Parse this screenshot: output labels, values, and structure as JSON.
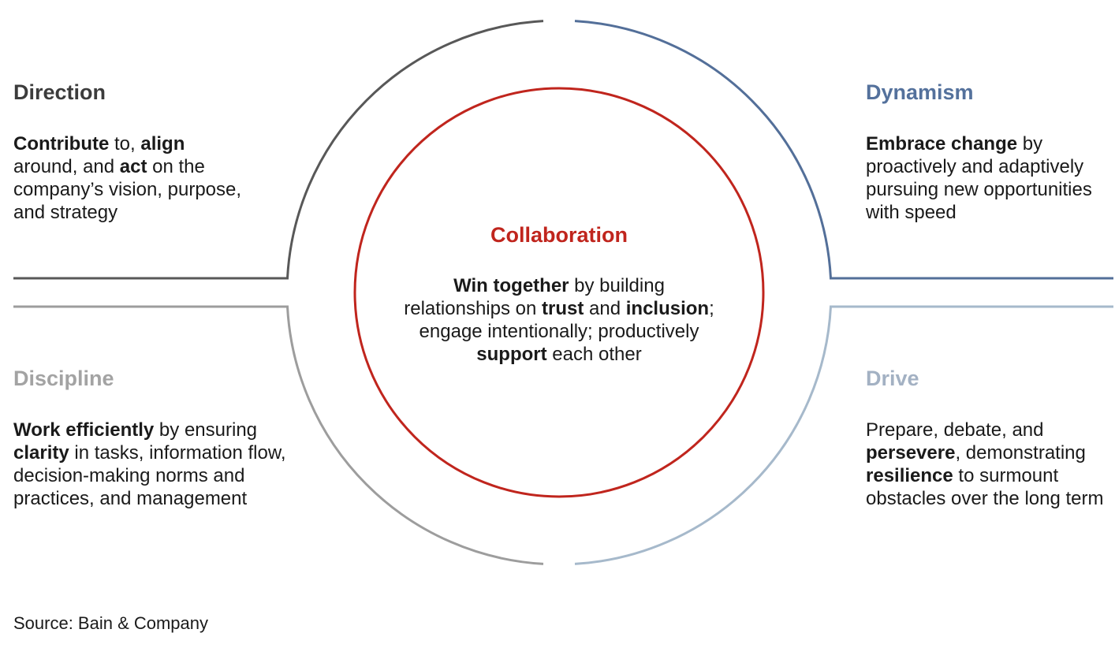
{
  "figure": {
    "source": "Source: Bain & Company"
  },
  "center": {
    "title": "Collaboration",
    "color": "#c0251d",
    "body_lines": [
      [
        {
          "t": "Win together",
          "b": true
        },
        {
          "t": " by building",
          "b": false
        }
      ],
      [
        {
          "t": "relationships on ",
          "b": false
        },
        {
          "t": "trust",
          "b": true
        },
        {
          "t": " and ",
          "b": false
        },
        {
          "t": "inclusion",
          "b": true
        },
        {
          "t": ";",
          "b": false
        }
      ],
      [
        {
          "t": "engage intentionally; productively",
          "b": false
        }
      ],
      [
        {
          "t": "support",
          "b": true
        },
        {
          "t": " each other",
          "b": false
        }
      ]
    ]
  },
  "quadrants": [
    {
      "title": "Direction",
      "title_color": "#3c3c3c",
      "arc_color": "#585858",
      "body_lines": [
        [
          {
            "t": "Contribute",
            "b": true
          },
          {
            "t": " to, ",
            "b": false
          },
          {
            "t": "align",
            "b": true
          }
        ],
        [
          {
            "t": "around, and ",
            "b": false
          },
          {
            "t": "act",
            "b": true
          },
          {
            "t": " on the",
            "b": false
          }
        ],
        [
          {
            "t": "company’s vision, purpose,",
            "b": false
          }
        ],
        [
          {
            "t": "and strategy",
            "b": false
          }
        ]
      ]
    },
    {
      "title": "Dynamism",
      "title_color": "#54719c",
      "arc_color": "#536f99",
      "body_lines": [
        [
          {
            "t": "Embrace change",
            "b": true
          },
          {
            "t": " by",
            "b": false
          }
        ],
        [
          {
            "t": "proactively and adaptively",
            "b": false
          }
        ],
        [
          {
            "t": "pursuing new opportunities",
            "b": false
          }
        ],
        [
          {
            "t": "with speed",
            "b": false
          }
        ]
      ]
    },
    {
      "title": "Discipline",
      "title_color": "#a3a3a3",
      "arc_color": "#9d9d9d",
      "body_lines": [
        [
          {
            "t": "Work efficiently",
            "b": true
          },
          {
            "t": " by ensuring",
            "b": false
          }
        ],
        [
          {
            "t": "clarity",
            "b": true
          },
          {
            "t": " in tasks, information flow,",
            "b": false
          }
        ],
        [
          {
            "t": "decision-making norms and",
            "b": false
          }
        ],
        [
          {
            "t": "practices, and management",
            "b": false
          }
        ]
      ]
    },
    {
      "title": "Drive",
      "title_color": "#a3b1c3",
      "arc_color": "#a6b9cb",
      "body_lines": [
        [
          {
            "t": "Prepare, debate, and",
            "b": false
          }
        ],
        [
          {
            "t": "persevere",
            "b": true
          },
          {
            "t": ", demonstrating",
            "b": false
          }
        ],
        [
          {
            "t": "resilience",
            "b": true
          },
          {
            "t": " to surmount",
            "b": false
          }
        ],
        [
          {
            "t": "obstacles over the long term",
            "b": false
          }
        ]
      ]
    }
  ]
}
